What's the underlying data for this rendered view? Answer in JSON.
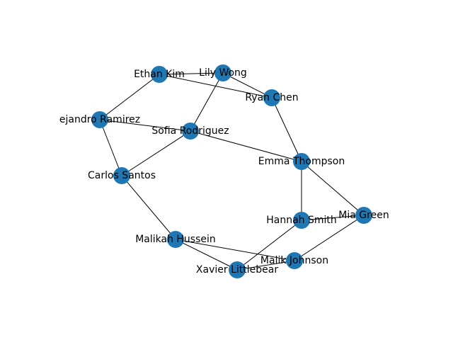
{
  "graph": {
    "node_color": "#1f77b4",
    "edge_color": "#000000",
    "nodes": [
      {
        "id": "ethan",
        "label": "Ethan Kim"
      },
      {
        "id": "lily",
        "label": "Lily Wong"
      },
      {
        "id": "ryan",
        "label": "Ryan Chen"
      },
      {
        "id": "alejandro",
        "label": "ejandro Ramirez"
      },
      {
        "id": "sofia",
        "label": "Sofia Rodriguez"
      },
      {
        "id": "emma",
        "label": "Emma Thompson"
      },
      {
        "id": "carlos",
        "label": "Carlos Santos"
      },
      {
        "id": "mia",
        "label": "Mia Green"
      },
      {
        "id": "hannah",
        "label": "Hannah Smith"
      },
      {
        "id": "malikah",
        "label": "Malikah Hussein"
      },
      {
        "id": "malik",
        "label": "Malik Johnson"
      },
      {
        "id": "xavier",
        "label": "Xavier Littlebear"
      }
    ],
    "edges": [
      [
        "ethan",
        "lily"
      ],
      [
        "ethan",
        "ryan"
      ],
      [
        "ethan",
        "alejandro"
      ],
      [
        "lily",
        "ryan"
      ],
      [
        "lily",
        "sofia"
      ],
      [
        "ryan",
        "emma"
      ],
      [
        "alejandro",
        "sofia"
      ],
      [
        "alejandro",
        "carlos"
      ],
      [
        "sofia",
        "carlos"
      ],
      [
        "sofia",
        "emma"
      ],
      [
        "emma",
        "hannah"
      ],
      [
        "emma",
        "mia"
      ],
      [
        "carlos",
        "malikah"
      ],
      [
        "hannah",
        "mia"
      ],
      [
        "hannah",
        "xavier"
      ],
      [
        "mia",
        "malik"
      ],
      [
        "malikah",
        "malik"
      ],
      [
        "malikah",
        "xavier"
      ],
      [
        "malik",
        "xavier"
      ]
    ]
  }
}
